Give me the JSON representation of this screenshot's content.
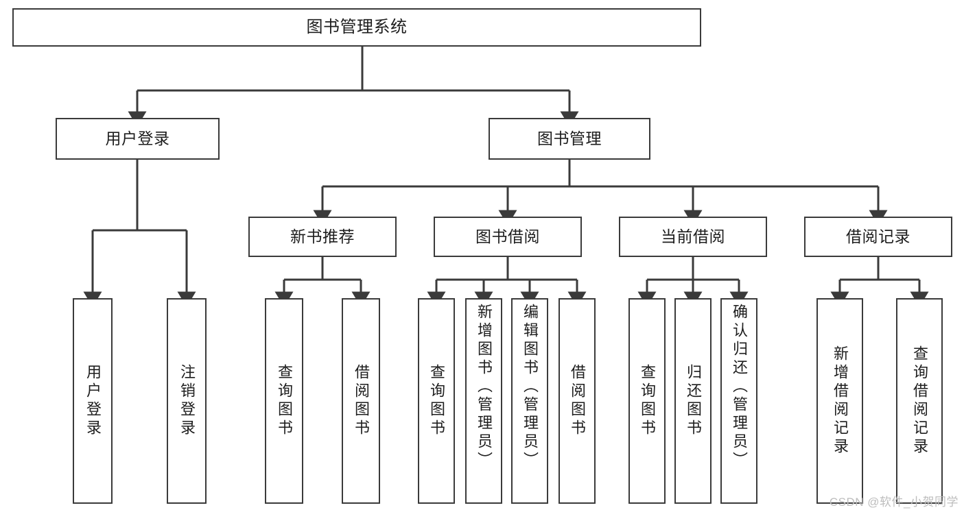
{
  "diagram": {
    "type": "tree",
    "title": "图书管理系统",
    "orientation": "top-down",
    "colors": {
      "box_border": "#3a3a3a",
      "box_fill": "#ffffff",
      "connector": "#3a3a3a",
      "text": "#1d1d1d",
      "watermark": "#bdbdbd",
      "background": "#ffffff"
    },
    "root": {
      "label": "图书管理系统"
    },
    "level1": [
      {
        "label": "用户登录"
      },
      {
        "label": "图书管理"
      }
    ],
    "level2": [
      {
        "label": "新书推荐"
      },
      {
        "label": "图书借阅"
      },
      {
        "label": "当前借阅"
      },
      {
        "label": "借阅记录"
      }
    ],
    "leaves": {
      "user_login": [
        {
          "label": "用户登录"
        },
        {
          "label": "注销登录"
        }
      ],
      "new_book": [
        {
          "label": "查询图书"
        },
        {
          "label": "借阅图书"
        }
      ],
      "borrow_book": [
        {
          "label": "查询图书"
        },
        {
          "label": "新增图书（管理员）"
        },
        {
          "label": "编辑图书（管理员）"
        },
        {
          "label": "借阅图书"
        }
      ],
      "current_borrow": [
        {
          "label": "查询图书"
        },
        {
          "label": "归还图书"
        },
        {
          "label": "确认归还（管理员）"
        }
      ],
      "borrow_record": [
        {
          "label": "新增借阅记录"
        },
        {
          "label": "查询借阅记录"
        }
      ]
    }
  },
  "watermark": {
    "text": "CSDN @软件_小贺同学"
  }
}
